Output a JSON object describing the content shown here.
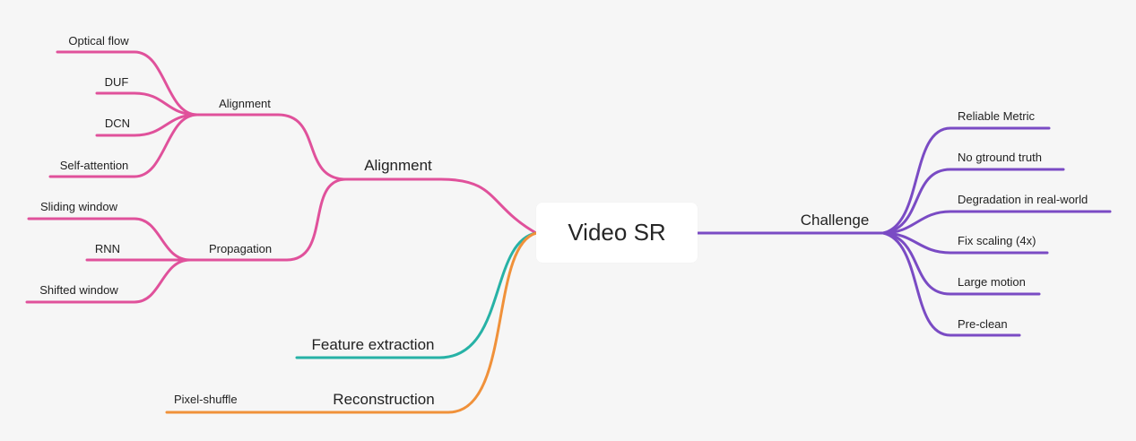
{
  "root": {
    "label": "Video SR"
  },
  "colors": {
    "alignment": "#e0519b",
    "feature": "#27b2a6",
    "reconstruction": "#f0913a",
    "challenge": "#7a4bc4",
    "background": "#f6f6f6"
  },
  "branches": {
    "alignment": {
      "label": "Alignment",
      "children": {
        "alignment": {
          "label": "Alignment",
          "children": [
            "Optical flow",
            "DUF",
            "DCN",
            "Self-attention"
          ]
        },
        "propagation": {
          "label": "Propagation",
          "children": [
            "Sliding window",
            "RNN",
            "Shifted window"
          ]
        }
      }
    },
    "feature": {
      "label": "Feature extraction"
    },
    "reconstruction": {
      "label": "Reconstruction",
      "children": [
        "Pixel-shuffle"
      ]
    },
    "challenge": {
      "label": "Challenge",
      "children": [
        "Reliable Metric",
        "No gtround truth",
        "Degradation in real-world",
        "Fix scaling (4x)",
        "Large motion",
        "Pre-clean"
      ]
    }
  }
}
